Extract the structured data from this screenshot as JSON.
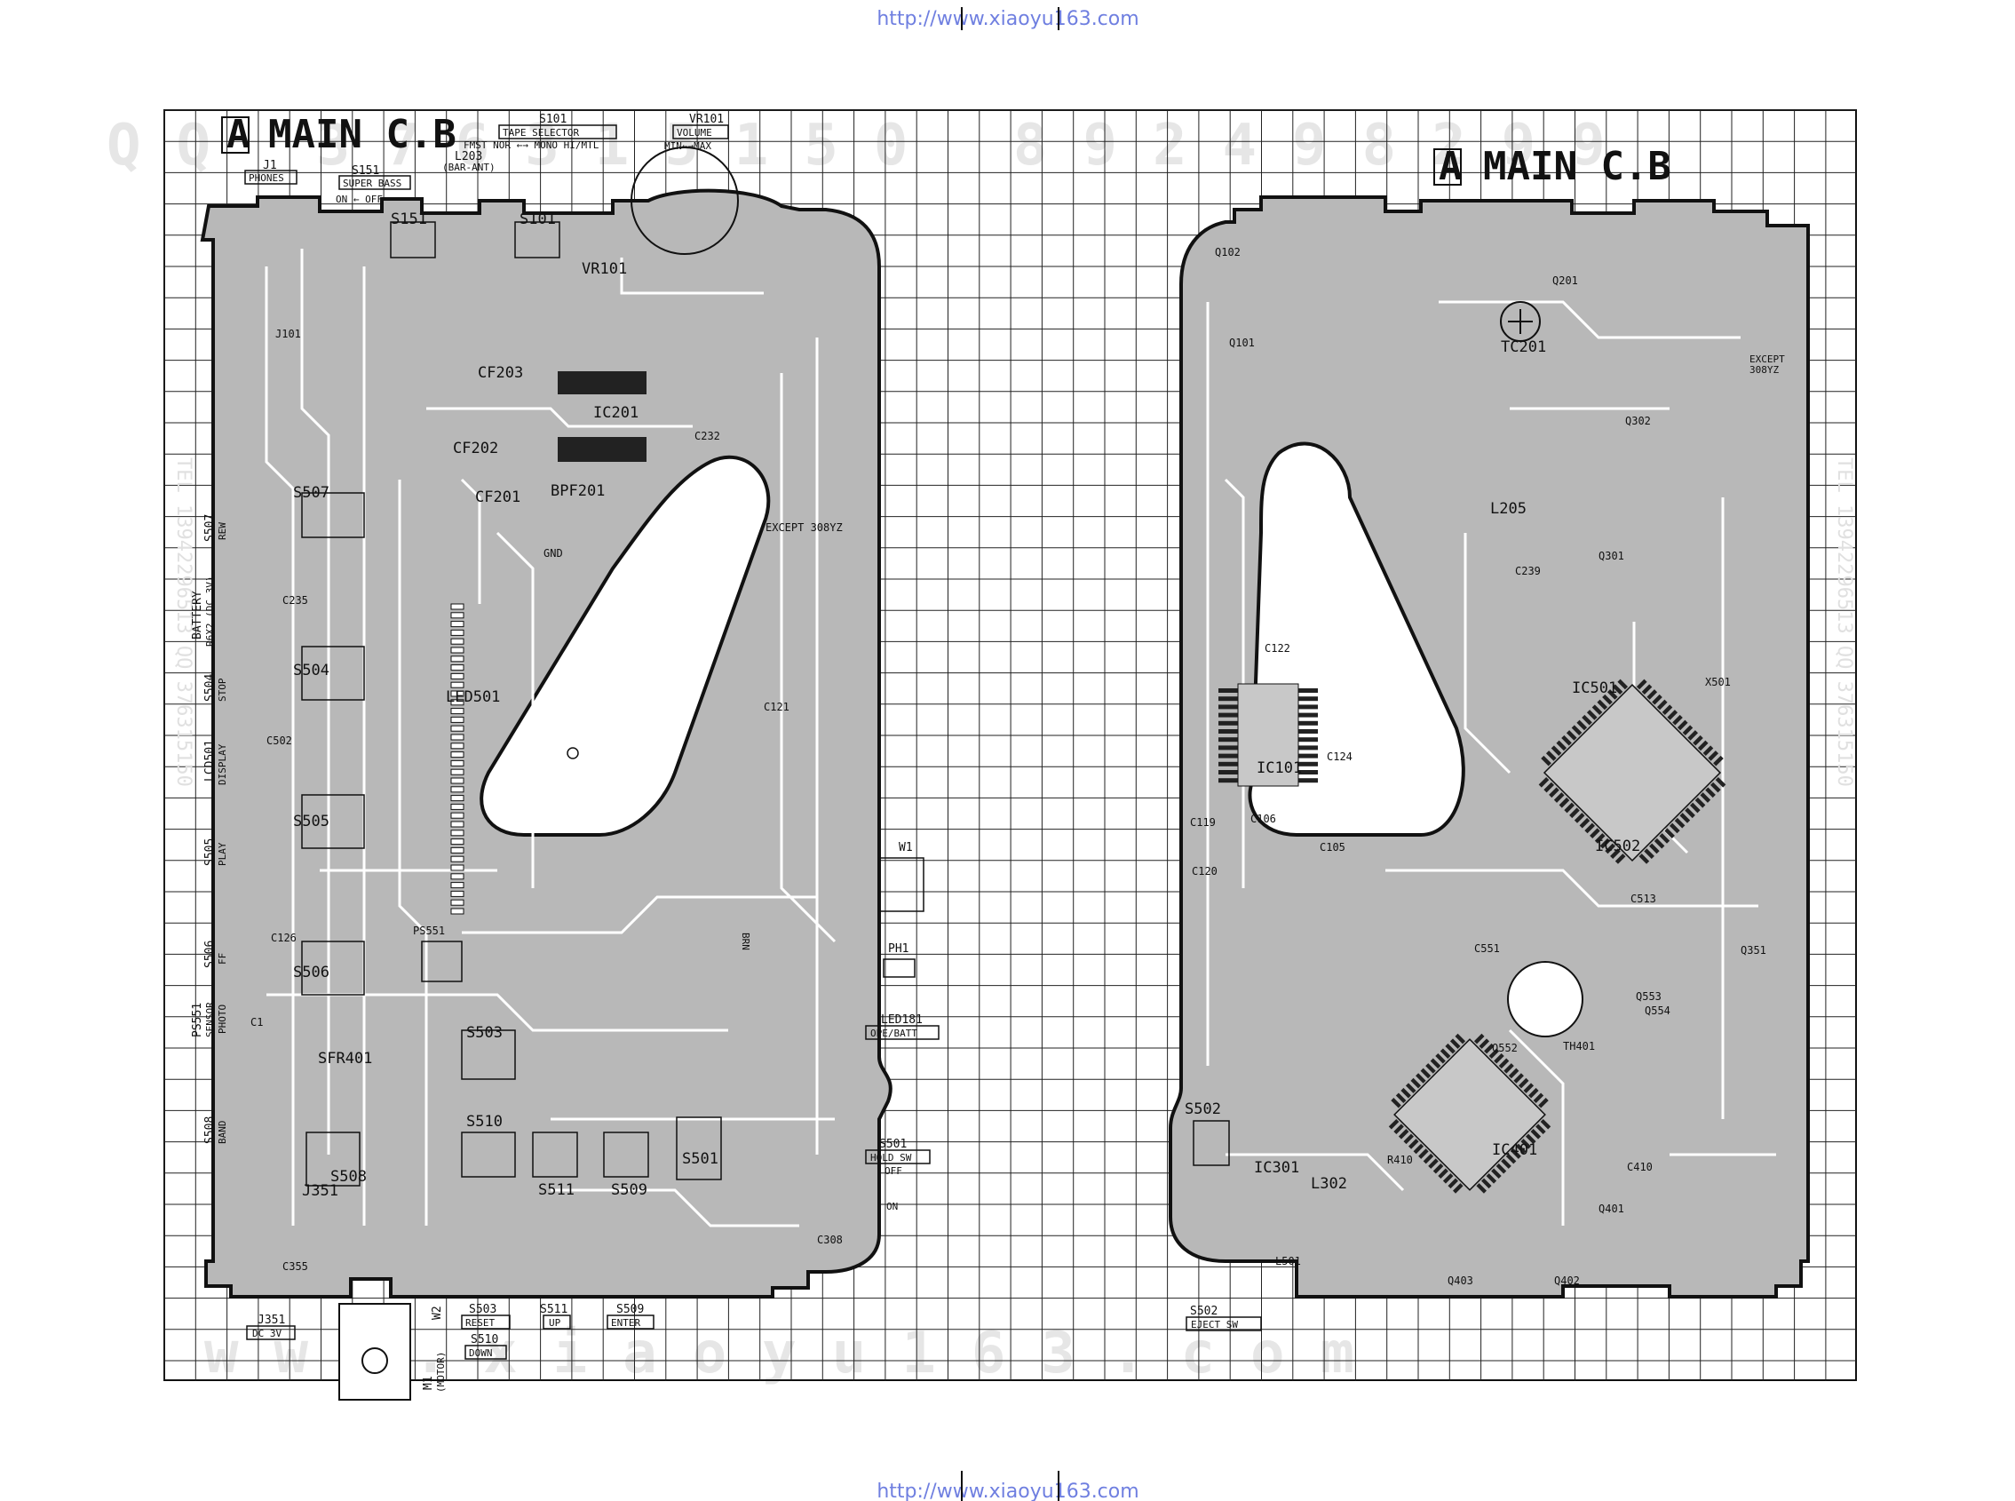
{
  "header_url": "http://www.xiaoyu163.com",
  "footer_url": "http://www.xiaoyu163.com",
  "left_board": {
    "title_letter": "A",
    "title": "MAIN C.B",
    "top_labels": {
      "j1": "J1",
      "phones": "PHONES",
      "s151": "S151",
      "super_bass": "SUPER BASS",
      "on_off": "ON ← OFF",
      "l203": "L203",
      "bar_ant": "(BAR-ANT)",
      "s101": "S101",
      "tape_selector": "TAPE SELECTOR",
      "fmst_nor": "FMST NOR ←→ MONO HI/MTL",
      "vr101": "VR101",
      "volume": "VOLUME",
      "min_max": "MIN←→MAX"
    },
    "side_labels": {
      "s507": "S507",
      "rew": "REW",
      "battery": "BATTERY",
      "battery_spec": "R6X2 (DC 3V)",
      "s504": "S504",
      "stop": "STOP",
      "lcd501": "LCD501",
      "display": "DISPLAY",
      "s505": "S505",
      "play": "PLAY",
      "s506": "S506",
      "ff": "FF",
      "ps551": "PS551",
      "sensor": "SENSOR",
      "photo": "PHOTO",
      "s508": "S508",
      "band": "BAND"
    },
    "bottom_labels": {
      "j351": "J351",
      "dc3v": "DC 3V",
      "s503": "S503",
      "reset": "RESET",
      "s510": "S510",
      "down": "DOWN",
      "s511": "S511",
      "up": "UP",
      "s509": "S509",
      "enter": "ENTER",
      "m1": "M1",
      "motor": "(MOTOR)",
      "w2": "W2"
    },
    "right_labels": {
      "w1": "W1",
      "ph1": "PH1",
      "led181": "LED181",
      "ope_batt": "OPE/BATT",
      "s501": "S501",
      "hold_sw": "HOLD SW",
      "off": "OFF",
      "on": "ON",
      "brn": "BRN"
    },
    "components": [
      "S151",
      "S101",
      "VR101",
      "J101",
      "CF203",
      "CF202",
      "CF201",
      "IC201",
      "BPF201",
      "C232",
      "S507",
      "C235",
      "S504",
      "C502",
      "LED501",
      "S505",
      "C126",
      "S506",
      "PS551",
      "C1",
      "SFR401",
      "S503",
      "S508",
      "J351",
      "C355",
      "S510",
      "S511",
      "S509",
      "S501",
      "C308",
      "C121",
      "GND",
      "EXCEPT 308YZ"
    ]
  },
  "right_board": {
    "title_letter": "A",
    "title": "MAIN C.B",
    "labels": {
      "s502": "S502",
      "eject_sw": "EJECT SW",
      "except": "EXCEPT",
      "model": "308YZ"
    },
    "components": [
      "Q102",
      "Q101",
      "Q201",
      "TC201",
      "Q302",
      "L205",
      "C239",
      "Q301",
      "IC101",
      "C122",
      "C105",
      "C106",
      "C124",
      "C119",
      "C120",
      "IC501",
      "IC502",
      "X501",
      "C513",
      "C551",
      "IC401",
      "TH401",
      "Q552",
      "Q553",
      "Q554",
      "Q351",
      "S502",
      "IC301",
      "L302",
      "L501",
      "Q401",
      "Q402",
      "Q403",
      "C410",
      "R410"
    ]
  }
}
